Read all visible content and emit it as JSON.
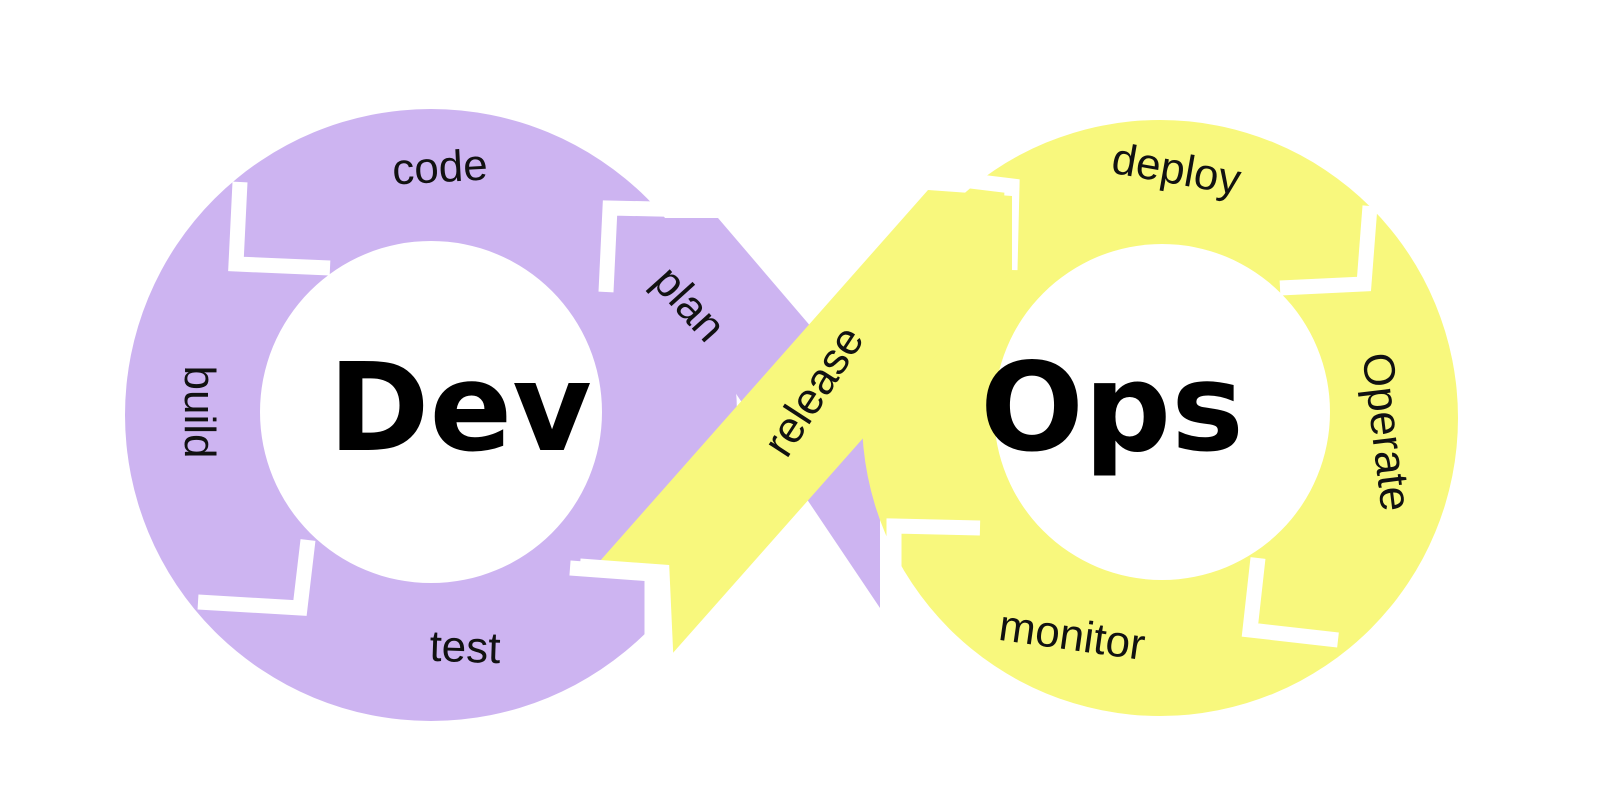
{
  "diagram": {
    "left_word": "Dev",
    "right_word": "Ops",
    "steps": {
      "plan": "plan",
      "code": "code",
      "build": "build",
      "test": "test",
      "release": "release",
      "deploy": "deploy",
      "operate": "Operate",
      "monitor": "monitor"
    }
  },
  "colors": {
    "dev": "#cdb4f1",
    "ops": "#f8f87d",
    "background": "#ffffff",
    "text": "#111111"
  }
}
